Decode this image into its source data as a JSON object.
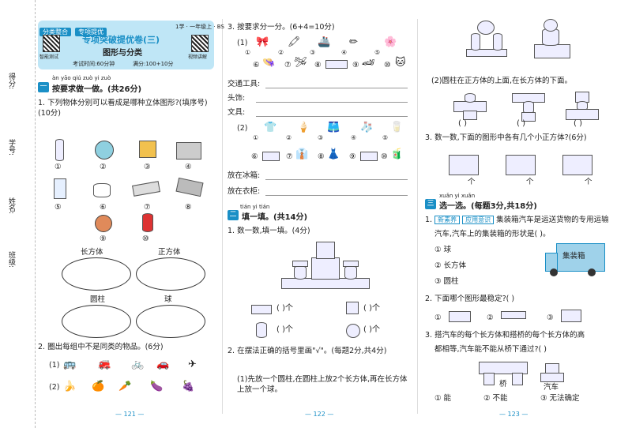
{
  "gutter": {
    "score": "得分:",
    "id": "学号:",
    "name": "姓名:",
    "cls": "班级:"
  },
  "header": {
    "tag1": "分类整合",
    "tag2": "专项提优",
    "grade": "1学 · 一年级上 · BS",
    "title": "专项突破提优卷(三)",
    "subtitle": "图形与分类",
    "qr_left": "智能测试",
    "qr_right": "视频讲解",
    "time": "考试时间:60分钟",
    "score": "满分:100+10分"
  },
  "p121": {
    "sec1_pinyin": "àn yāo qiú zuò yi zuò",
    "sec1_num": "一",
    "sec1_title": "按要求做一做。(共26分)",
    "q1": "1. 下列物体分别可以看成是哪种立体图形?(填序号)(10分)",
    "nums_row1": [
      "①",
      "②",
      "③",
      "④"
    ],
    "nums_row2": [
      "⑤",
      "⑥",
      "⑦",
      "⑧"
    ],
    "num9": "⑨",
    "num10": "⑩",
    "cat_cuboid": "长方体",
    "cat_cube": "正方体",
    "cat_cylinder": "圆柱",
    "cat_sphere": "球",
    "q2": "2. 圈出每组中不是同类的物品。(6分)",
    "g1": "(1)",
    "g2": "(2)",
    "page": "— 121 —"
  },
  "p122": {
    "q3": "3. 按要求分一分。(6+4=10分)",
    "s1": "(1)",
    "s2": "(2)",
    "row1_nums": [
      "①",
      "②",
      "③",
      "④",
      "⑤"
    ],
    "row2_nums": [
      "⑥",
      "⑦",
      "⑧",
      "⑨",
      "⑩"
    ],
    "row3_nums": [
      "①",
      "②",
      "③",
      "④",
      "⑤"
    ],
    "row4_nums": [
      "⑥",
      "⑦",
      "⑧",
      "⑨",
      "⑩"
    ],
    "traffic": "交通工具:",
    "hats": "头饰:",
    "stationery": "文具:",
    "fridge": "放在冰箱:",
    "wardrobe": "放在衣柜:",
    "sec2_pinyin": "tián yi tián",
    "sec2_num": "二",
    "sec2_title": "填一填。(共14分)",
    "q1": "1. 数一数,填一填。(4分)",
    "unit": "个",
    "blank": "(      )个",
    "q2": "2. 在摆法正确的括号里画\"√\"。(每题2分,共4分)",
    "q2_1": "(1)先放一个圆柱,在圆柱上放2个长方体,再在长方体上放一个球。",
    "page": "— 122 —"
  },
  "p123": {
    "q2_2": "(2)圆柱在正方体的上面,在长方体的下面。",
    "paren": "(      )",
    "q3": "3. 数一数,下面的图形中各有几个小正方体?(6分)",
    "unit": "个",
    "sec3_pinyin": "xuǎn yi xuǎn",
    "sec3_num": "三",
    "sec3_title": "选一选。(每题3分,共18分)",
    "tag_new": "新素养",
    "tag_app": "应用意识",
    "q1a": "集装箱汽车是运送货物的专用运输",
    "q1b": "汽车,汽车上的集装箱的形状是(   )。",
    "q1_opts": [
      "① 球",
      "② 长方体",
      "③ 圆柱"
    ],
    "truck_label": "集装箱",
    "q2": "2. 下面哪个图形最稳定?(   )",
    "q2_opts": [
      "①",
      "②",
      "③"
    ],
    "q3b": "3. 搭汽车的每个长方体和搭桥的每个长方体的高",
    "q3c": "都相等,汽车能不能从桥下通过?(   )",
    "bridge": "桥",
    "car": "汽车",
    "q3_opts": [
      "① 能",
      "② 不能",
      "③ 无法确定"
    ],
    "page": "— 123 —"
  }
}
